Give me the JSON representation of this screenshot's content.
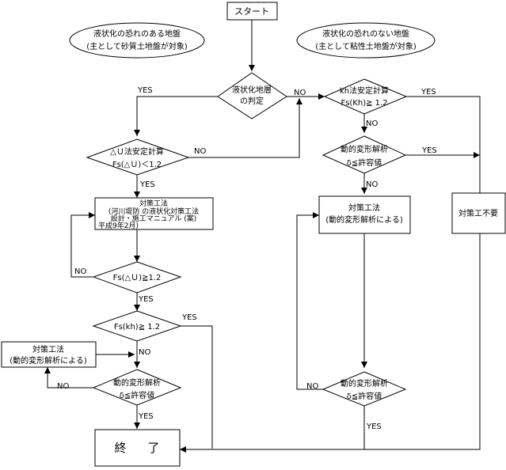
{
  "start": "スタート",
  "note_left": {
    "line1": "液状化の恐れのある地盤",
    "line2": "(主として砂質土地盤が対象)"
  },
  "note_right": {
    "line1": "液状化の恐れのない地盤",
    "line2": "(主として粘性土地盤が対象)"
  },
  "judge": {
    "line1": "液状化地層",
    "line2": "の判定"
  },
  "du_calc": {
    "line1": "△Ｕ法安定計算",
    "line2": "Fs(△Ｕ)＜1.2"
  },
  "kh_calc": {
    "line1": "kh法安定計算",
    "line2": "Fs(Kh)≧ 1.2"
  },
  "measure_left": {
    "line1": "対策工法",
    "line2": "(河川堤防 の液状化対策工法",
    "line3": "設計・施工マニュアル (案)",
    "line4": "平成9年2月)"
  },
  "check_du": "Fs(△Ｕ)≧1.2",
  "check_kh": "Fs(kh)≧ 1.2",
  "measure_dyn_left": {
    "line1": "対策工法",
    "line2": "(動的変形解析による)"
  },
  "dyn_left": {
    "line1": "動的変形解析",
    "line2": "δ≦許容値"
  },
  "dyn_right_top": {
    "line1": "動的変形解析",
    "line2": "δ≦許容値"
  },
  "measure_right": {
    "line1": "対策工法",
    "line2": "(動的変形解析による)"
  },
  "no_measure": "対策工不要",
  "dyn_right_bottom": {
    "line1": "動的変形解析",
    "line2": "δ≦許容値"
  },
  "end": "終　了",
  "labels": {
    "yes": "YES",
    "no": "NO"
  }
}
